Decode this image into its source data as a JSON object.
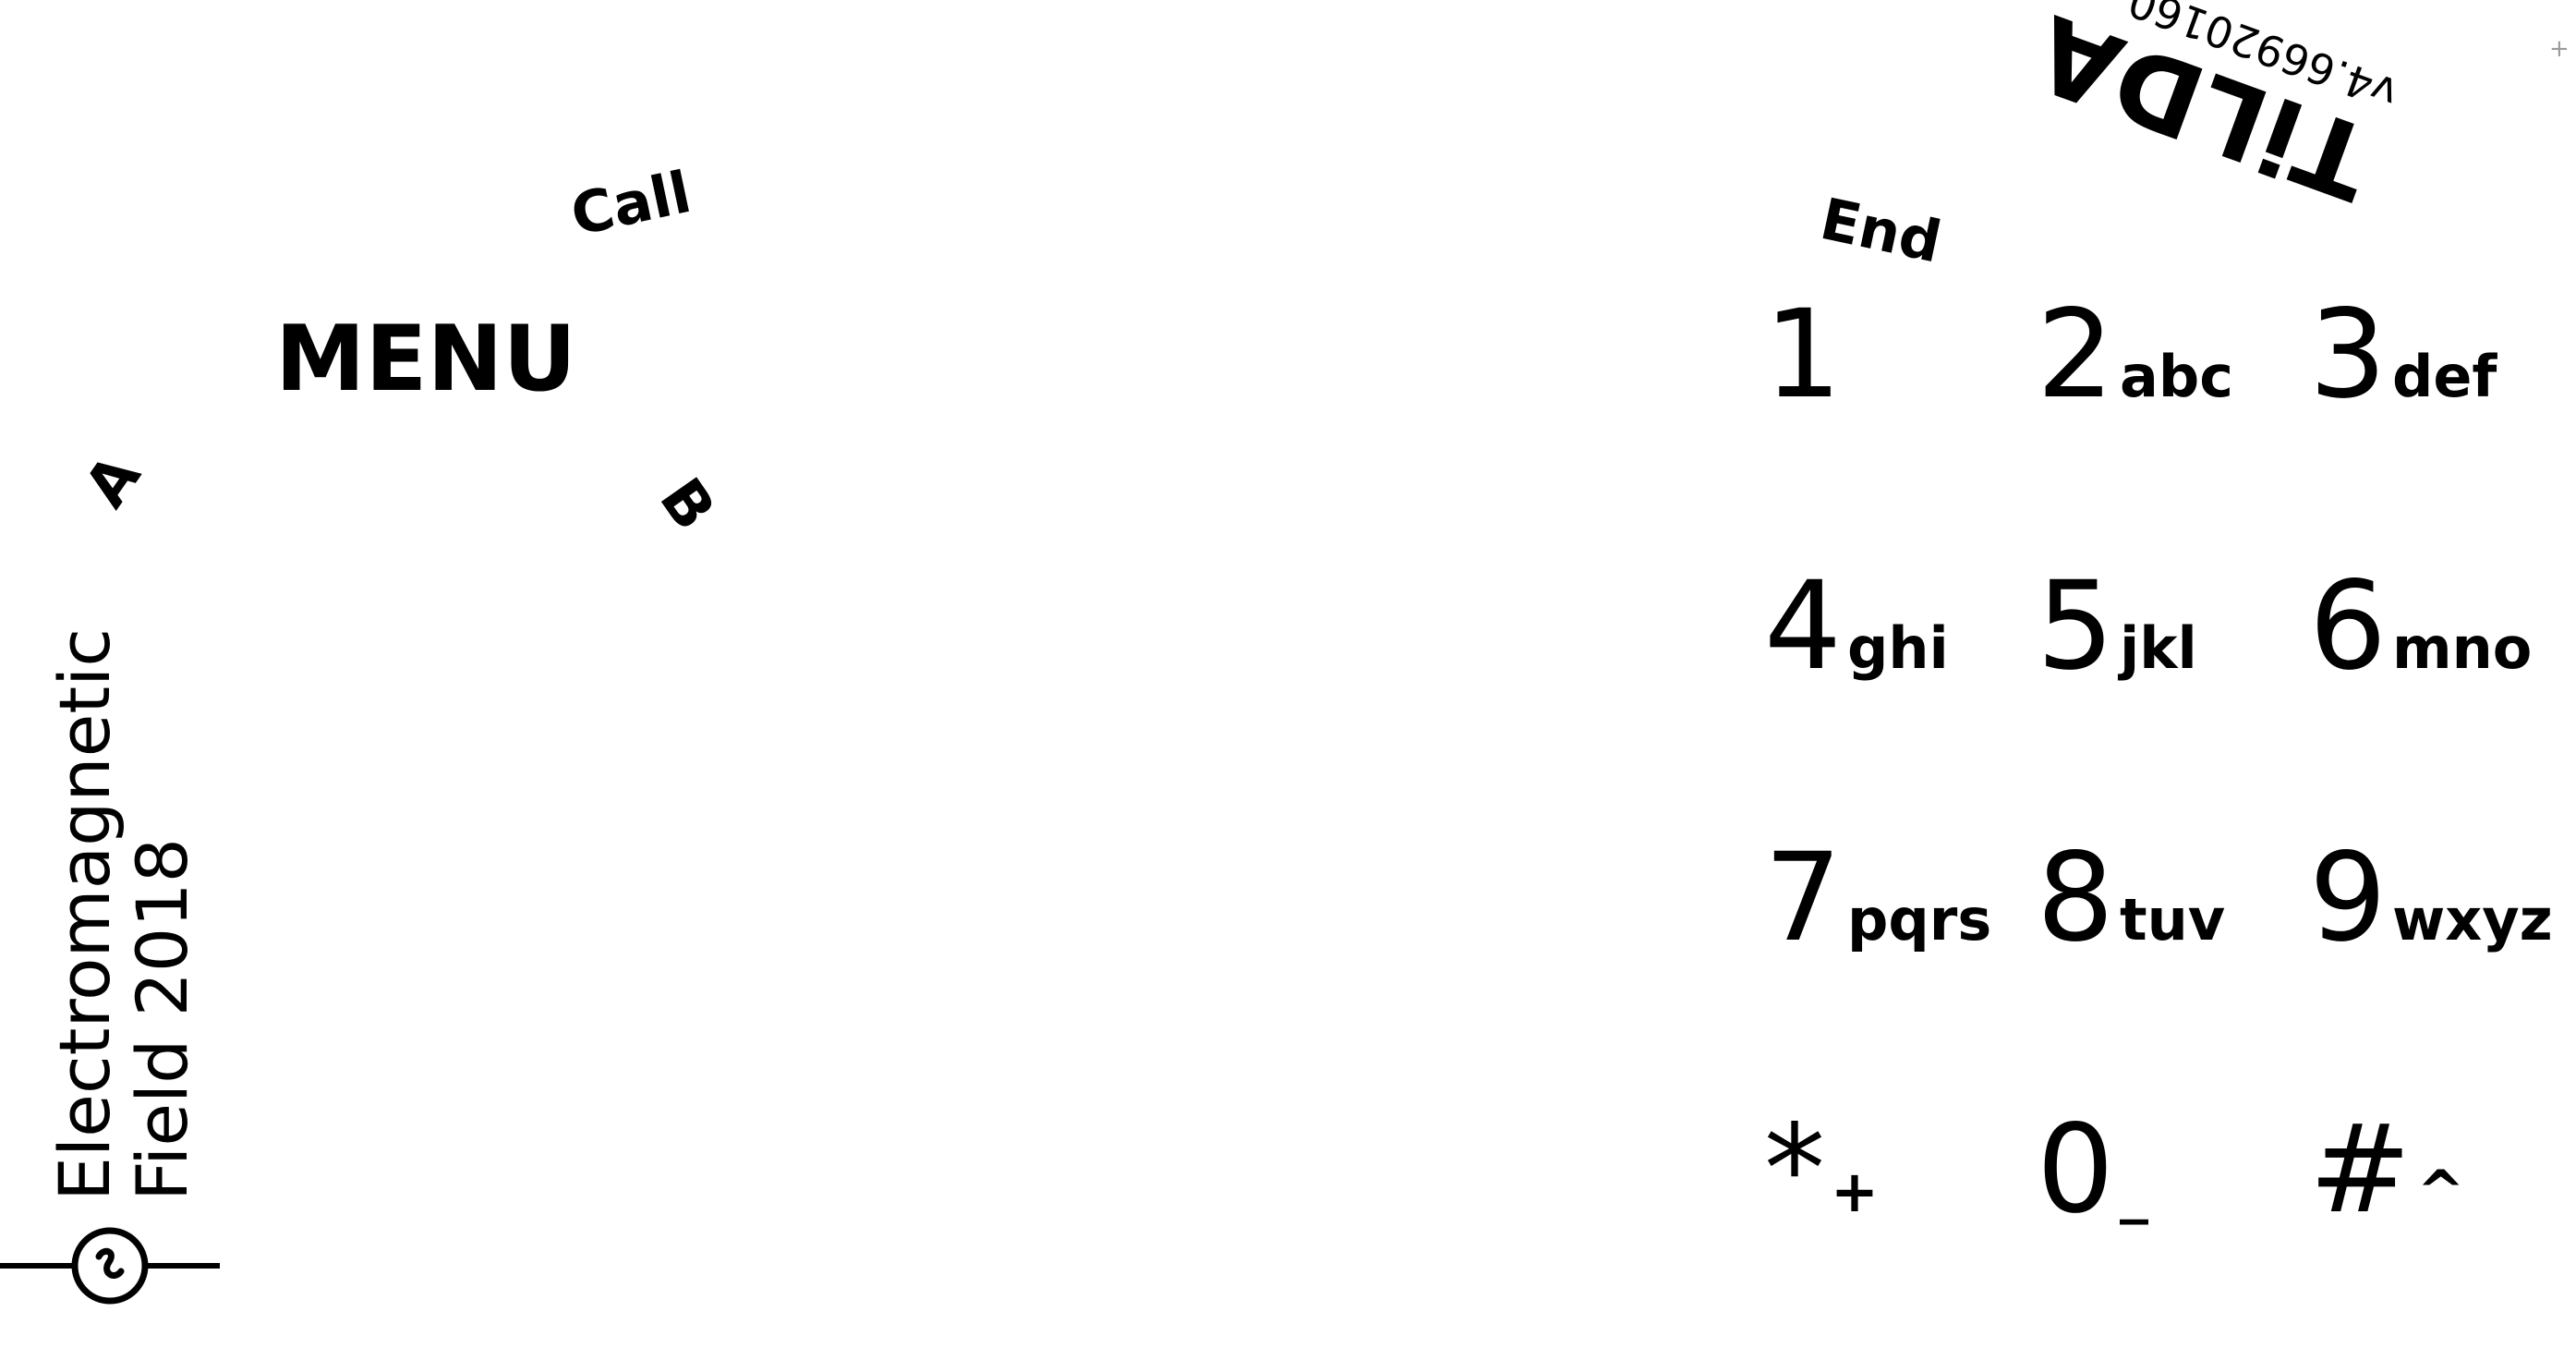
{
  "buttons": {
    "call": "Call",
    "end": "End",
    "menu": "MENU",
    "a": "A",
    "b": "B"
  },
  "brand": {
    "name": "TiLDA",
    "version": "v4.66920160"
  },
  "keypad": [
    {
      "digit": "1",
      "letters": ""
    },
    {
      "digit": "2",
      "letters": "abc"
    },
    {
      "digit": "3",
      "letters": "def"
    },
    {
      "digit": "4",
      "letters": "ghi"
    },
    {
      "digit": "5",
      "letters": "jkl"
    },
    {
      "digit": "6",
      "letters": "mno"
    },
    {
      "digit": "7",
      "letters": "pqrs"
    },
    {
      "digit": "8",
      "letters": "tuv"
    },
    {
      "digit": "9",
      "letters": "wxyz"
    },
    {
      "digit": "*",
      "letters": "+"
    },
    {
      "digit": "0",
      "letters": "_"
    },
    {
      "digit": "#",
      "letters": "^"
    }
  ],
  "event": {
    "line1": "Electromagnetic",
    "line2": "Field 2018"
  },
  "corner_mark": "+",
  "icons": {
    "logo": "emf-logo-icon"
  },
  "colors": {
    "ink": "#000000",
    "background": "#ffffff",
    "corner_mark": "#9a9a9a"
  }
}
